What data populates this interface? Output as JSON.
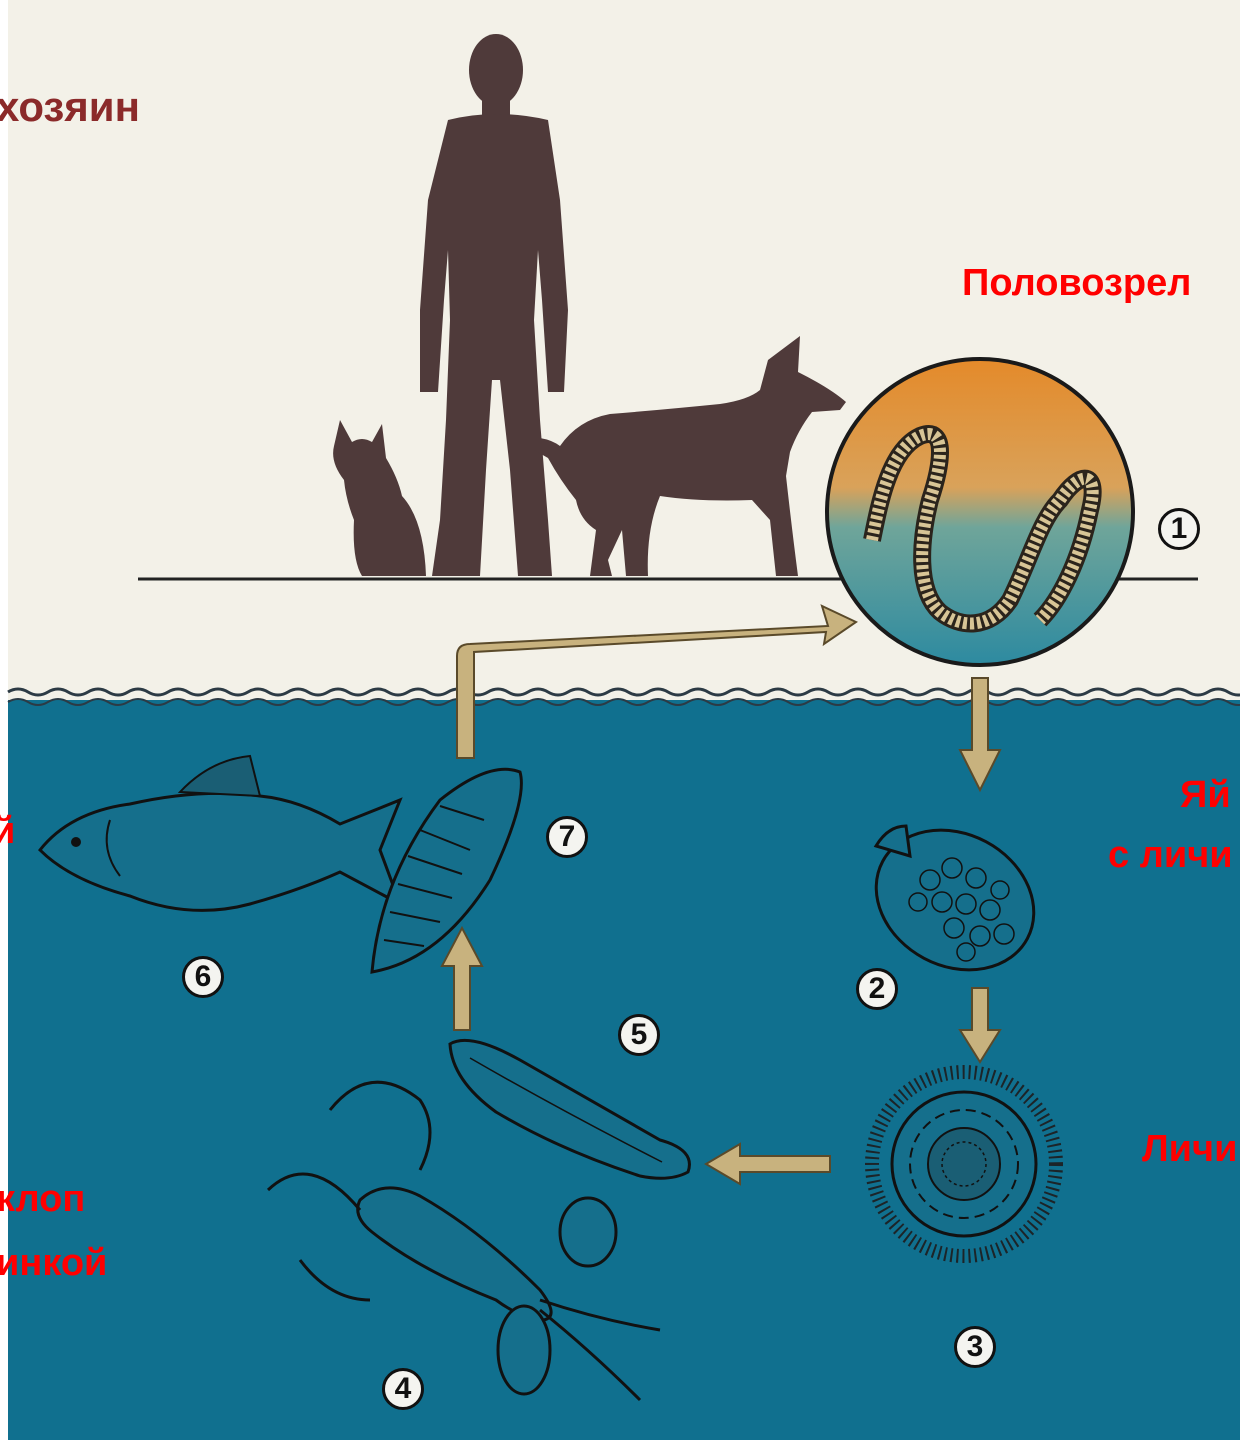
{
  "labels": {
    "definitive_host": "хозяин",
    "adult": "Половозрел",
    "egg_line1": "Яй",
    "egg_line2": "с личи",
    "larva": "Личи",
    "fish": "й",
    "cyclops_line1": "клоп",
    "cyclops_line2": "инкой"
  },
  "stages": [
    "1",
    "2",
    "3",
    "4",
    "5",
    "6",
    "7"
  ],
  "colors": {
    "sky": "#f3f1e8",
    "water": "#10708f",
    "silhouette": "#4f3a3a",
    "arrow": "#c8b27e",
    "label_red": "#ff0000",
    "label_dark": "#8b2a2a"
  },
  "icons": [
    "cat-silhouette",
    "human-silhouette",
    "dog-silhouette",
    "tapeworm",
    "egg",
    "coracidium-larva",
    "cyclops",
    "procercoid",
    "fish",
    "plerocercoid"
  ]
}
